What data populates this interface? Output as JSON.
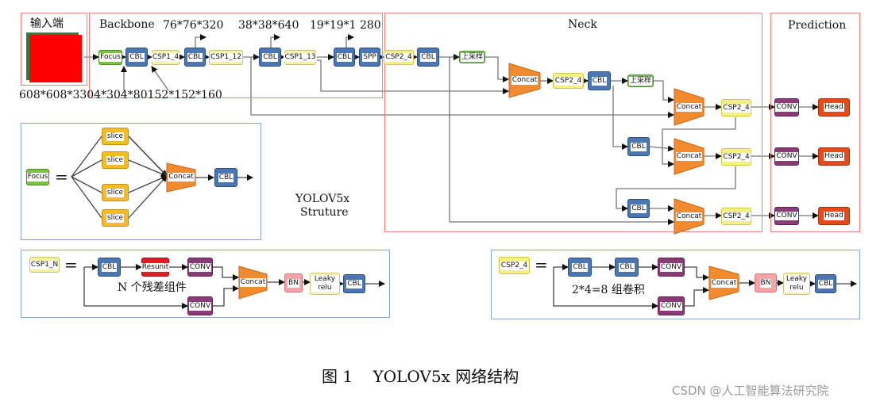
{
  "sections": {
    "input": "输入端",
    "backbone": "Backbone",
    "neck": "Neck",
    "prediction": "Prediction"
  },
  "dims": {
    "d76": "76*76*320",
    "d38": "38*38*640",
    "d19": "19*19*1 280",
    "bottom": "608*608*3304*304*80152*152*160"
  },
  "backbone": {
    "focus": "Focus",
    "cbl1": "CBL",
    "csp1_4": "CSP1_4",
    "cbl2": "CBL",
    "csp1_12": "CSP1_12",
    "cbl3": "CBL",
    "csp1_13": "CSP1_13",
    "cbl4": "CBL",
    "spp": "SPP"
  },
  "neck": {
    "csp2_4_a": "CSP2_4",
    "cbl_a": "CBL",
    "up1": "上采样",
    "concat1": "Concat",
    "csp2_4_b": "CSP2_4",
    "cbl_b": "CBL",
    "up2": "上采样",
    "concat2": "Concat",
    "csp2_4_c": "CSP2_4",
    "cbl_c": "CBL",
    "concat3": "Concat",
    "csp2_4_d": "CSP2_4",
    "cbl_d": "CBL",
    "concat4": "Concat",
    "csp2_4_e": "CSP2_4"
  },
  "prediction": {
    "conv": "CONV",
    "head": "Head"
  },
  "focus_box": {
    "focus": "Focus",
    "eq": "=",
    "slice": "slice",
    "concat": "Concat",
    "cbl": "CBL"
  },
  "structure_caption": {
    "line1": "YOLOV5x",
    "line2": "Struture"
  },
  "csp1": {
    "label": "CSP1_N",
    "eq": "=",
    "cbl": "CBL",
    "resunit": "Resunit",
    "conv": "CONV",
    "note": "N 个残差组件",
    "concat": "Concat",
    "bn": "BN",
    "leaky": "Leaky relu",
    "cbl2": "CBL"
  },
  "csp2": {
    "label": "CSP2_4",
    "eq": "=",
    "cbl": "CBL",
    "conv": "CONV",
    "note": "2*4=8 组卷积",
    "concat": "Concat",
    "bn": "BN",
    "leaky": "Leaky relu",
    "cbl2": "CBL"
  },
  "figure_caption": "图 1    YOLOV5x 网络结构",
  "watermark": "CSDN @人工智能算法研究院"
}
